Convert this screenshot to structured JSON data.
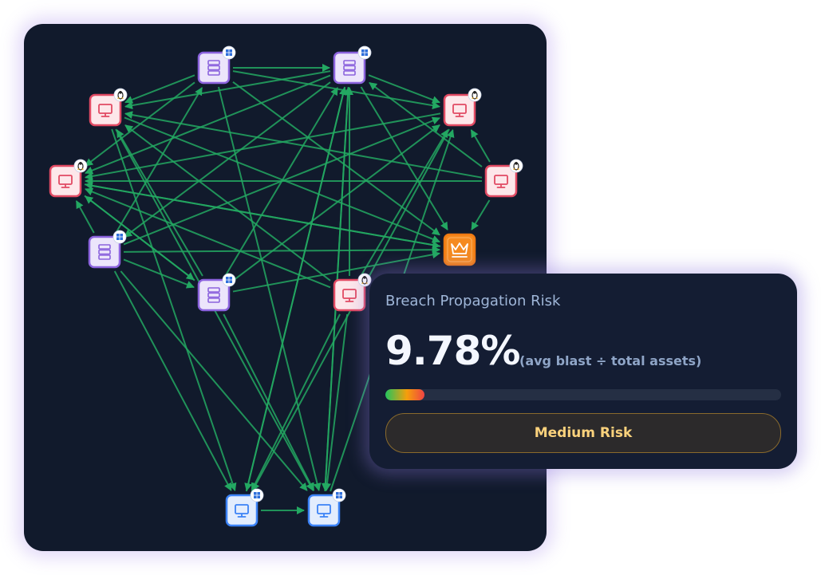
{
  "graph": {
    "edge_color": "#23a862",
    "node_types": {
      "linux-workstation": {
        "border": "#e14a63",
        "fill": "#fde7ea",
        "icon": "monitor-icon",
        "os": "linux"
      },
      "windows-server": {
        "border": "#8b63dd",
        "fill": "#ece5fb",
        "icon": "server-icon",
        "os": "windows"
      },
      "windows-workstation": {
        "border": "#3b82f6",
        "fill": "#e3edfd",
        "icon": "monitor-icon",
        "os": "windows"
      },
      "crown-jewel": {
        "border": "#f07a12",
        "fill": "#f58a1f",
        "icon": "crown-icon",
        "os": ""
      }
    },
    "nodes": [
      {
        "id": "srv-top-left",
        "type": "windows-server"
      },
      {
        "id": "srv-top-right",
        "type": "windows-server"
      },
      {
        "id": "ws-linux-upper-left",
        "type": "linux-workstation"
      },
      {
        "id": "ws-linux-upper-right",
        "type": "linux-workstation"
      },
      {
        "id": "ws-linux-left",
        "type": "linux-workstation"
      },
      {
        "id": "ws-linux-right",
        "type": "linux-workstation"
      },
      {
        "id": "srv-mid-left",
        "type": "windows-server"
      },
      {
        "id": "crown-jewel",
        "type": "crown-jewel"
      },
      {
        "id": "srv-center",
        "type": "windows-server"
      },
      {
        "id": "ws-linux-center",
        "type": "linux-workstation"
      },
      {
        "id": "ws-win-bottom-left",
        "type": "windows-workstation"
      },
      {
        "id": "ws-win-bottom-right",
        "type": "windows-workstation"
      }
    ]
  },
  "risk_card": {
    "title": "Breach Propagation Risk",
    "value": "9.78%",
    "formula": "(avg blast ÷ total assets)",
    "progress_fraction": 0.0978,
    "level_label": "Medium Risk",
    "level_color": "#fcd27c"
  }
}
